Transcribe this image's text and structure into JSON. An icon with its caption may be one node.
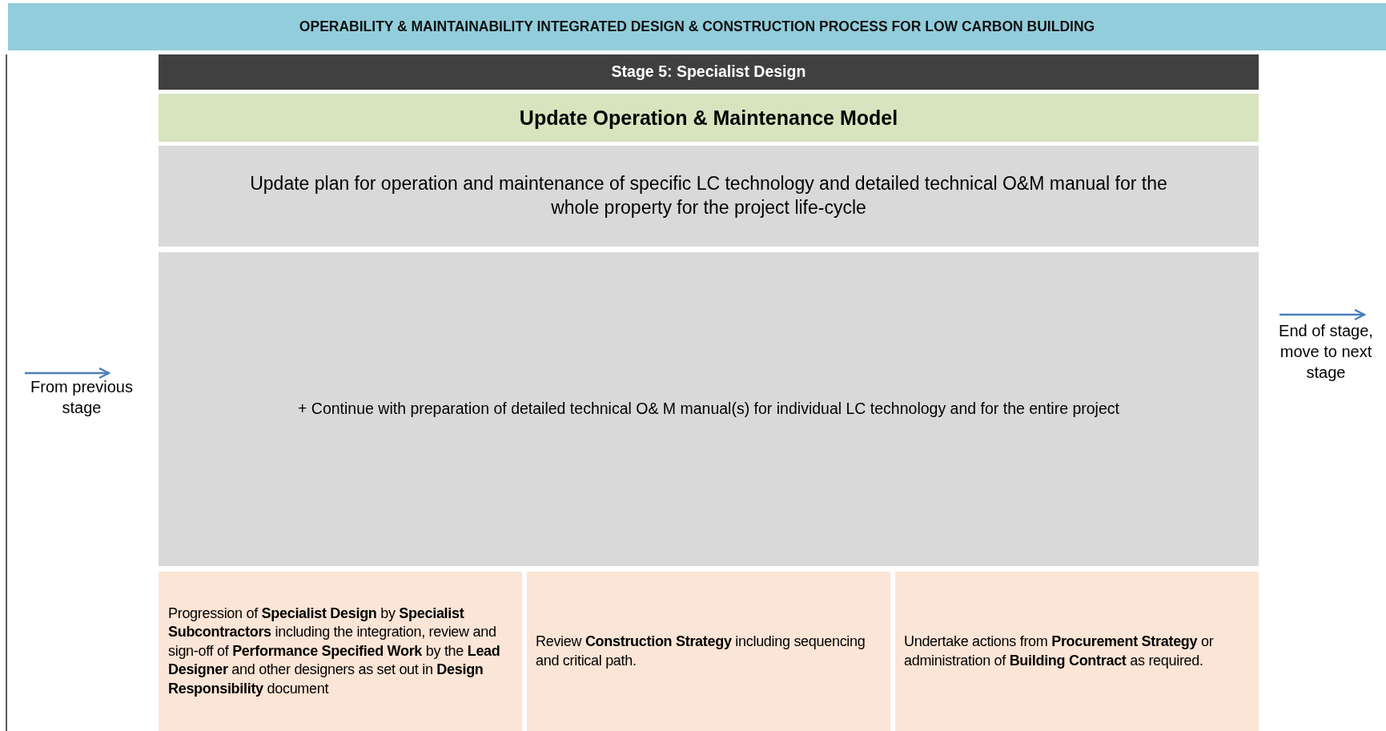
{
  "diagram": {
    "title": "OPERABILITY & MAINTAINABILITY INTEGRATED DESIGN & CONSTRUCTION PROCESS FOR LOW CARBON BUILDING",
    "nodes": [
      {
        "text": [
          "Stage 5: Specialist Design"
        ]
      },
      {
        "text": [
          "Update Operation & Maintenance Model"
        ]
      },
      {
        "text": [
          "Update plan for operation and maintenance of specific LC technology and detailed technical O&M manual for the whole property for the project life-cycle"
        ]
      },
      {
        "text": [
          "+ Continue with preparation of detailed technical O& M manual(s) for individual LC technology and for the entire project"
        ]
      },
      {
        "text": [
          "Progression of **Specialist Design** by **Specialist Subcontractors** including the integration, review and sign-off of **Performance Specified Work** by the **Lead Designer** and other designers as set out in **Design Responsibility** document"
        ]
      },
      {
        "text": [
          "Review **Construction Strategy** including sequencing and critical path."
        ]
      },
      {
        "text": [
          "Undertake actions from **Procurement Strategy** or administration of **Building Contract** as required."
        ]
      }
    ],
    "labels": [
      "From previous stage",
      "End of stage, move to next stage"
    ]
  }
}
